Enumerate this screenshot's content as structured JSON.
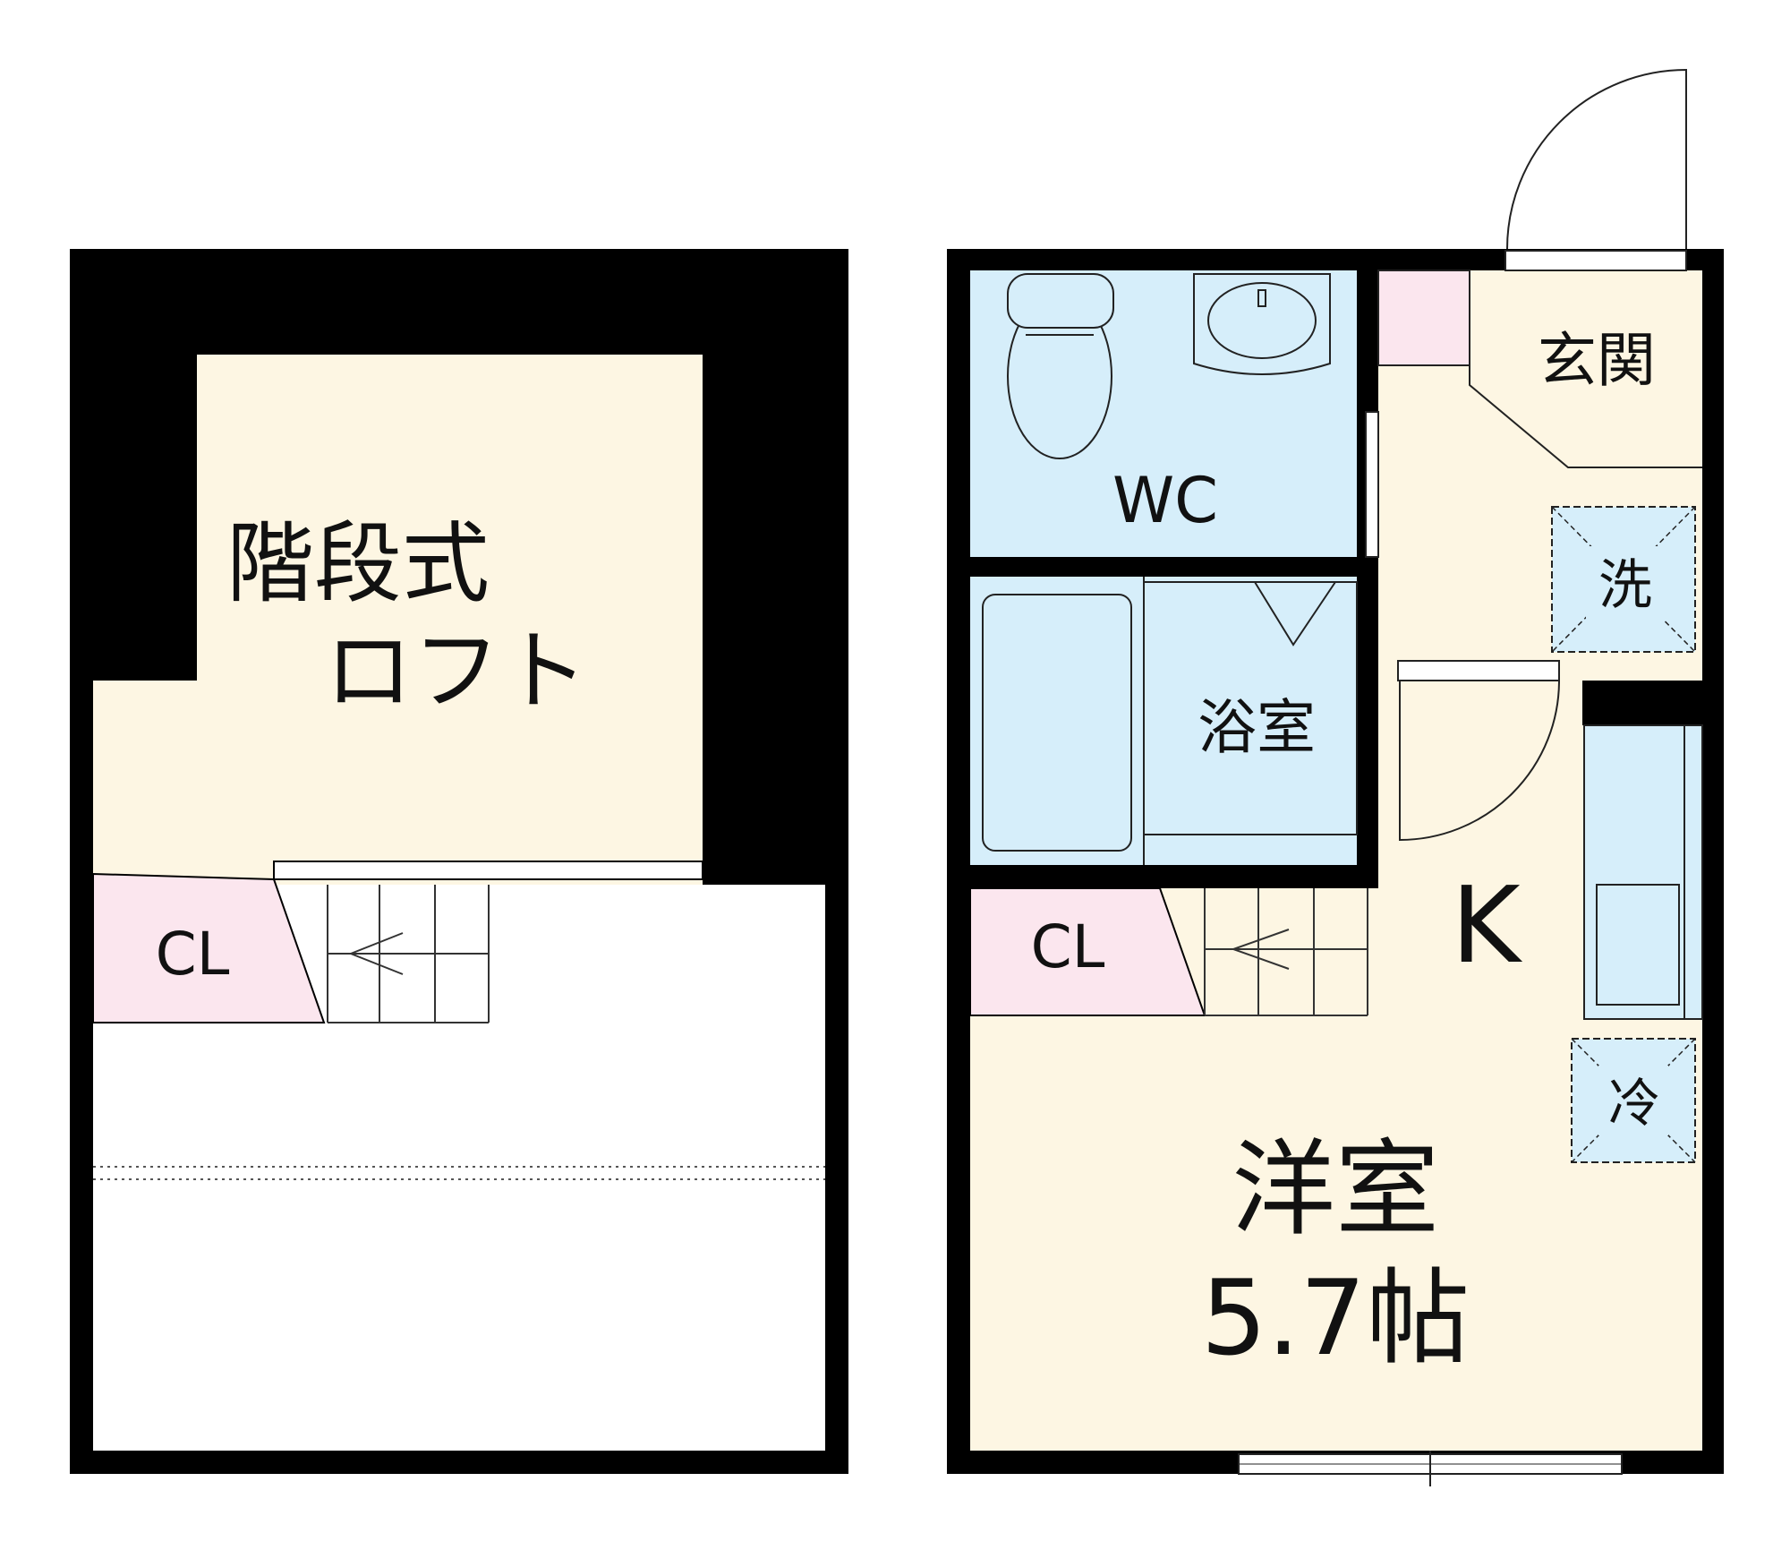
{
  "plan": {
    "loft": {
      "room_label_line1": "階段式",
      "room_label_line2": "ロフト",
      "closet_label": "CL"
    },
    "main": {
      "wc_label": "WC",
      "bath_label": "浴室",
      "entrance_label": "玄関",
      "washer_label": "洗",
      "kitchen_label": "K",
      "fridge_label": "冷",
      "closet_label": "CL",
      "room_label": "洋室",
      "room_size": "5.7帖"
    }
  },
  "colors": {
    "wall": "#000000",
    "floor": "#fdf6e3",
    "wet_area": "#d6eefa",
    "closet": "#fbe6ee",
    "fixture_stroke": "#222222"
  }
}
